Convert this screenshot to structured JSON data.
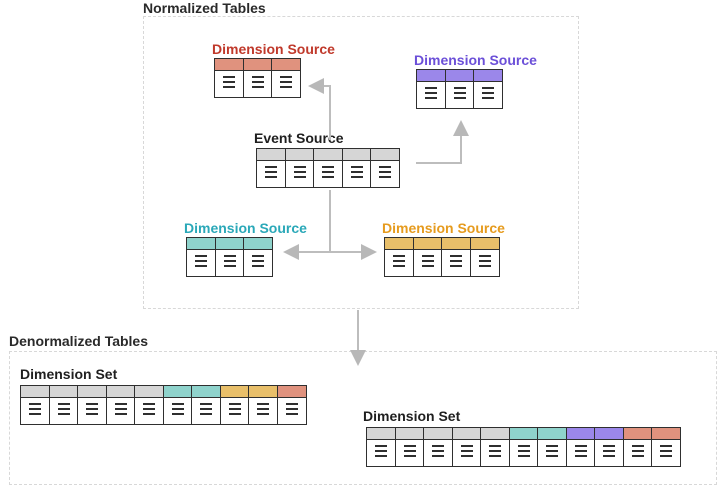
{
  "colors": {
    "red": "#e0927e",
    "purple": "#9b87ea",
    "gray": "#d6d6d6",
    "teal": "#8fd3cc",
    "orange": "#e8bf6a",
    "label_red": "#c0392b",
    "label_purple": "#6b4fd8",
    "label_teal": "#2aa8b8",
    "label_orange": "#e69b1e"
  },
  "normalized": {
    "title": "Normalized Tables",
    "dim_red": {
      "label": "Dimension Source",
      "header_color": "red",
      "columns": 3
    },
    "dim_purple": {
      "label": "Dimension Source",
      "header_color": "purple",
      "columns": 3
    },
    "event": {
      "label": "Event Source",
      "header_color": "gray",
      "columns": 5
    },
    "dim_teal": {
      "label": "Dimension Source",
      "header_color": "teal",
      "columns": 3
    },
    "dim_orange": {
      "label": "Dimension Source",
      "header_color": "orange",
      "columns": 4
    }
  },
  "denormalized": {
    "title": "Denormalized Tables",
    "set1": {
      "label": "Dimension Set",
      "headers": [
        "gray",
        "gray",
        "gray",
        "gray",
        "gray",
        "teal",
        "teal",
        "orange",
        "orange",
        "red"
      ]
    },
    "set2": {
      "label": "Dimension Set",
      "headers": [
        "gray",
        "gray",
        "gray",
        "gray",
        "gray",
        "teal",
        "teal",
        "purple",
        "purple",
        "red",
        "red"
      ]
    }
  }
}
